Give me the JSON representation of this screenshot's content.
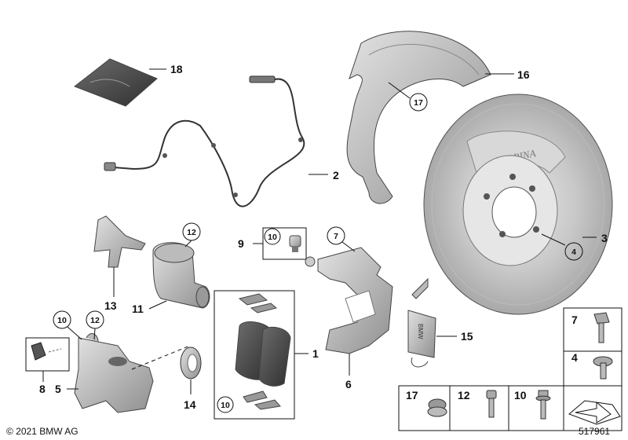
{
  "callouts": {
    "c1": "1",
    "c2": "2",
    "c3": "3",
    "c4": "4",
    "c5": "5",
    "c6": "6",
    "c7": "7",
    "c8": "8",
    "c9": "9",
    "c10": "10",
    "c11": "11",
    "c12": "12",
    "c13": "13",
    "c14": "14",
    "c15": "15",
    "c16": "16",
    "c17": "17",
    "c18": "18"
  },
  "disc_text": {
    "brand": "ALPINA",
    "bracket": "BMW"
  },
  "legend": {
    "top": "7",
    "mid": "4",
    "bottom": [
      "17",
      "12",
      "10"
    ]
  },
  "footer": {
    "copyright": "© 2021 BMW AG",
    "diagram_id": "517961"
  }
}
